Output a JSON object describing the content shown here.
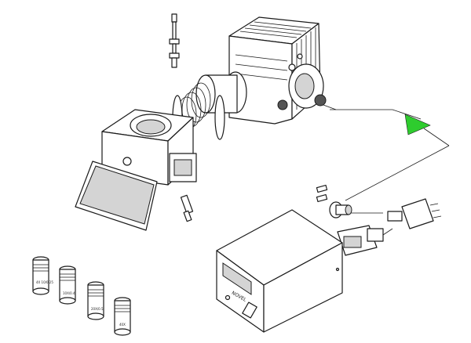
{
  "diagram": {
    "power_supply": {
      "brand_label": "NOVEL"
    },
    "objectives": [
      {
        "label": "4X\n10/0.25"
      },
      {
        "label": "10X/0.4"
      },
      {
        "label": "20X/0.5"
      },
      {
        "label": "40X"
      }
    ],
    "colors": {
      "arrow": "#2ecc2e",
      "line": "#1a1a1a",
      "background": "#ffffff"
    }
  }
}
